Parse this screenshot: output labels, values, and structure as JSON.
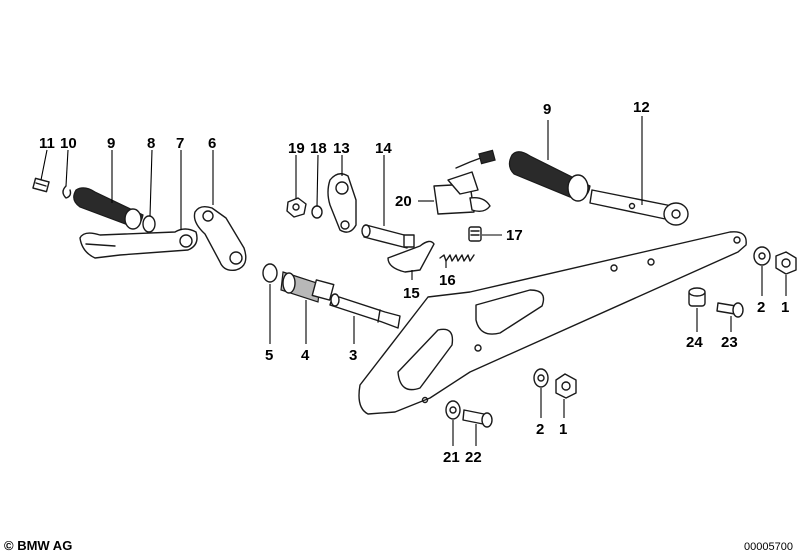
{
  "callouts": {
    "c1a": "1",
    "c1b": "1",
    "c2a": "2",
    "c2b": "2",
    "c3": "3",
    "c4": "4",
    "c5": "5",
    "c6": "6",
    "c7": "7",
    "c8": "8",
    "c9a": "9",
    "c9b": "9",
    "c10": "10",
    "c11": "11",
    "c12": "12",
    "c13": "13",
    "c14": "14",
    "c15": "15",
    "c16": "16",
    "c17": "17",
    "c18": "18",
    "c19": "19",
    "c20": "20",
    "c21": "21",
    "c22": "22",
    "c23": "23",
    "c24": "24"
  },
  "footer": {
    "copyright": "© BMW AG",
    "diagram_number": "00005700"
  }
}
